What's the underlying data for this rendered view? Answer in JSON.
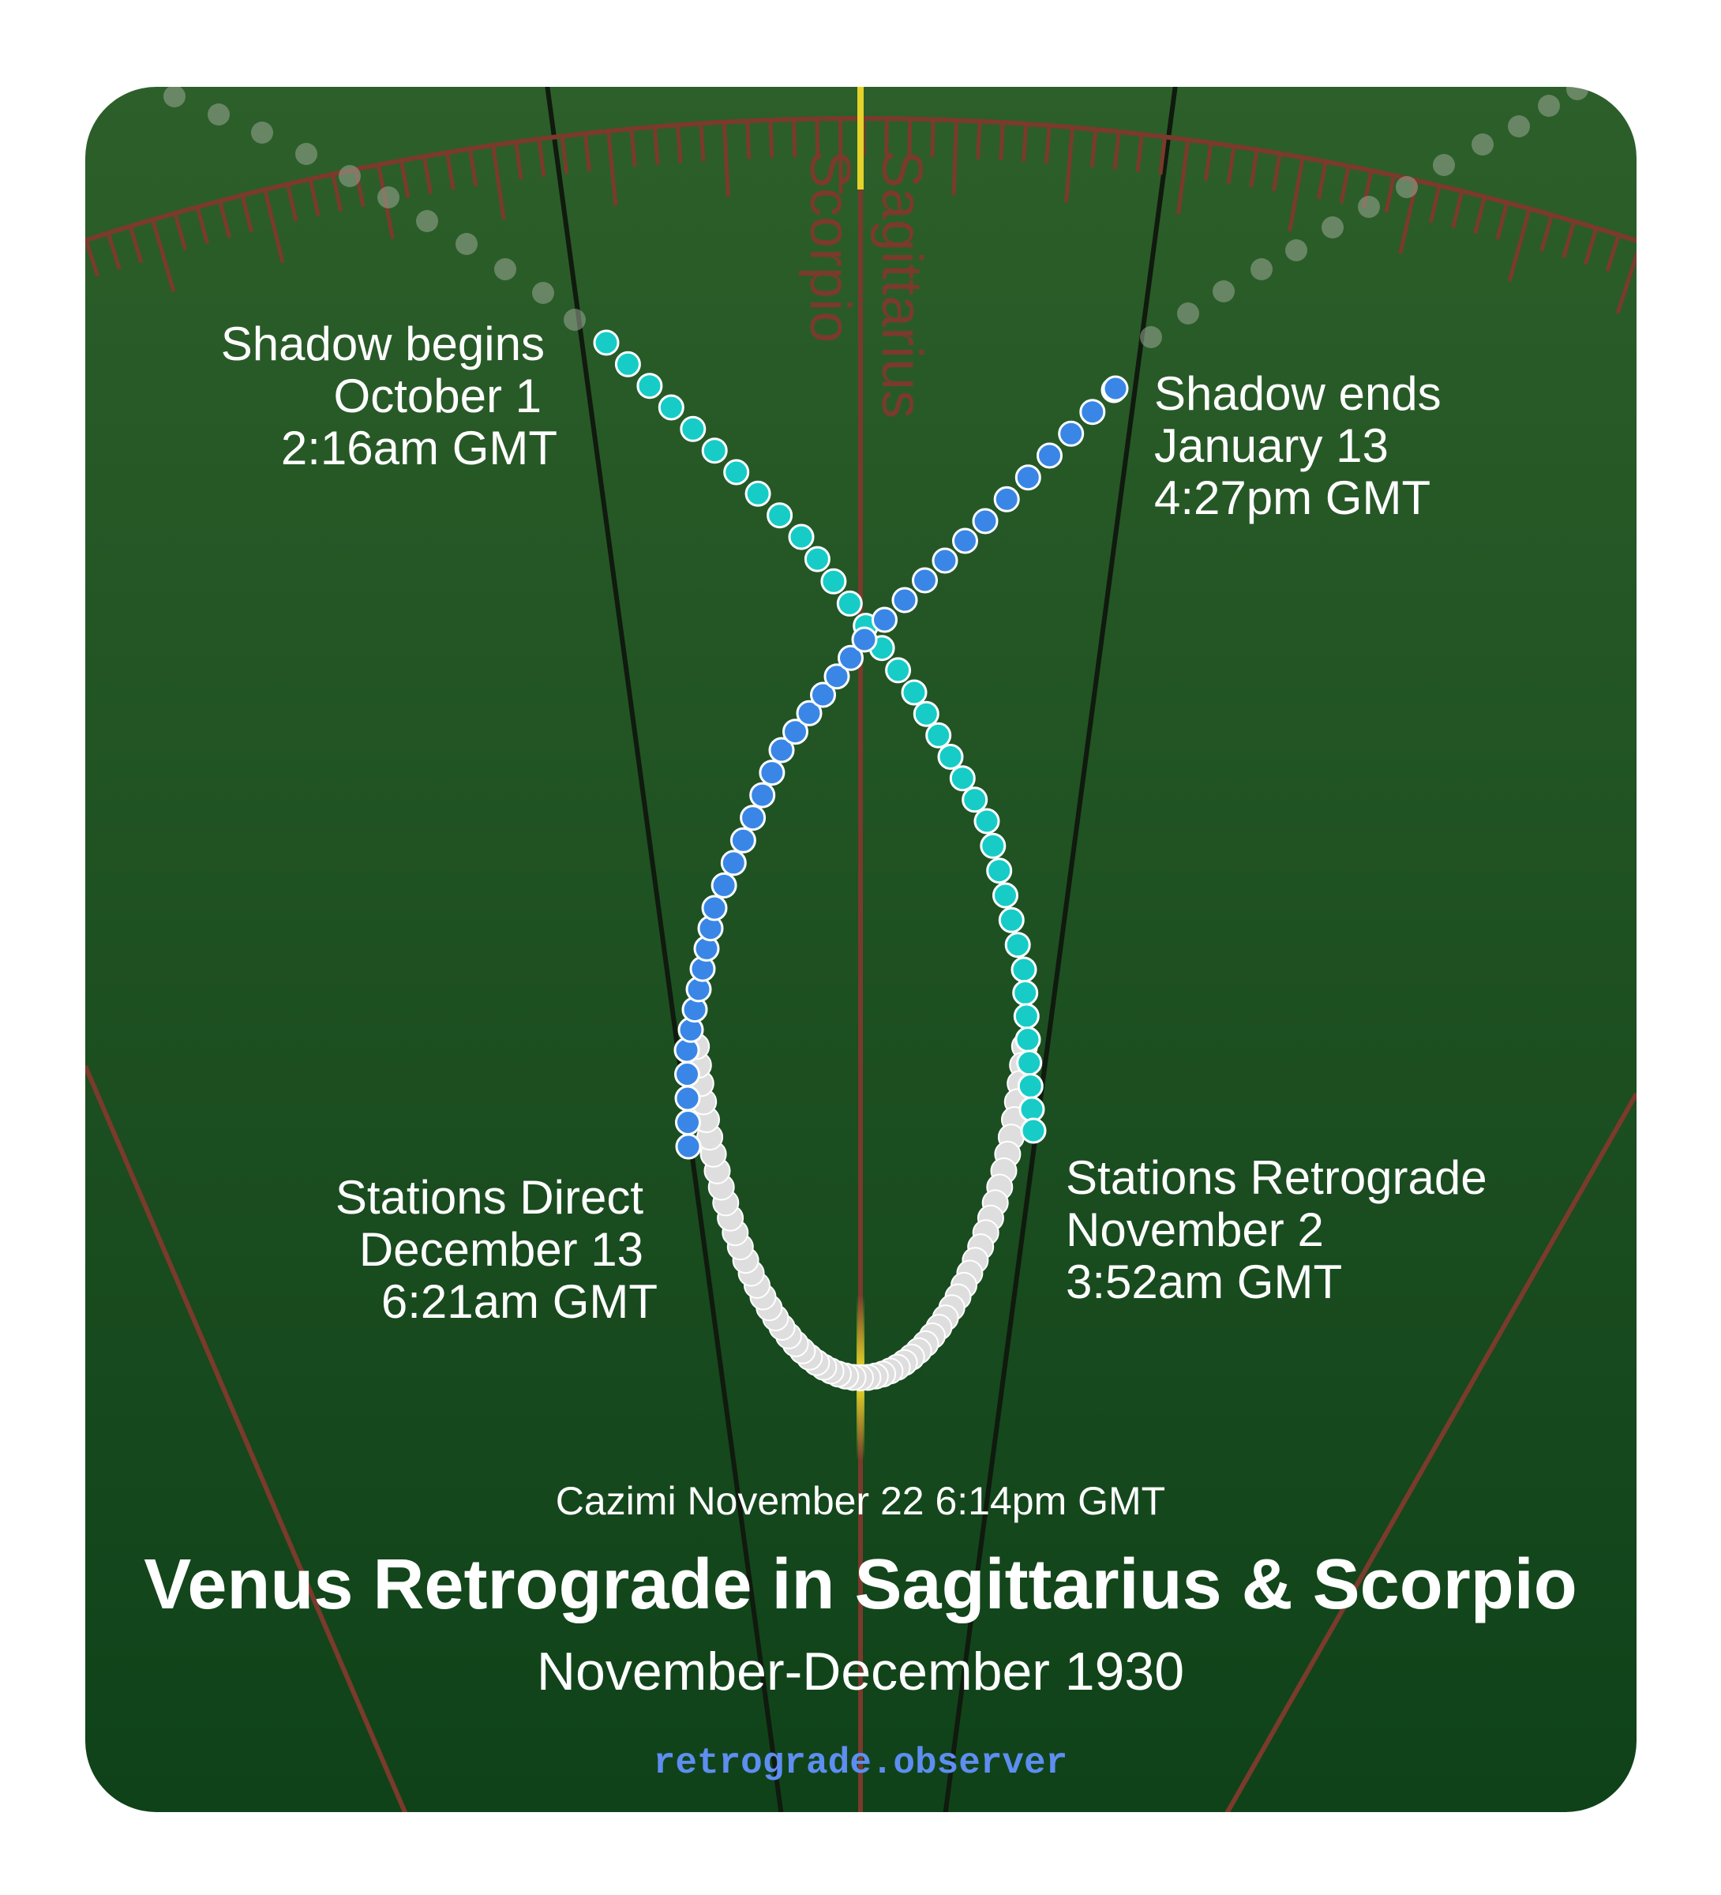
{
  "colors": {
    "panel_top": "#2d5f2a",
    "panel_bottom": "#0f4219",
    "ecliptic": "#7a3a2c",
    "sign_line": "#7a3a2c",
    "boundary_line": "#101a0e",
    "sun_line": "#f2e32a",
    "dot_shadow": "#17ccc6",
    "dot_retro": "#dedede",
    "dot_direct": "#3a86e6",
    "dot_faint": "#9aa895",
    "url": "#5e8ef0",
    "text": "#ffffff"
  },
  "signs": {
    "left": "Sagittarius",
    "right": "Scorpio"
  },
  "labels": {
    "shadow_begins": {
      "line1": "Shadow begins",
      "line2": "October 1",
      "line3": "2:16am GMT"
    },
    "shadow_ends": {
      "line1": "Shadow ends",
      "line2": "January 13",
      "line3": "4:27pm GMT"
    },
    "stations_retrograde": {
      "line1": "Stations Retrograde",
      "line2": "November 2",
      "line3": "3:52am GMT"
    },
    "stations_direct": {
      "line1": "Stations Direct",
      "line2": "December 13",
      "line3": "6:21am GMT"
    },
    "cazimi": "Cazimi November 22 6:14pm GMT"
  },
  "title": "Venus Retrograde in Sagittarius & Scorpio",
  "subtitle": "November-December 1930",
  "site": "retrograde.observer"
}
